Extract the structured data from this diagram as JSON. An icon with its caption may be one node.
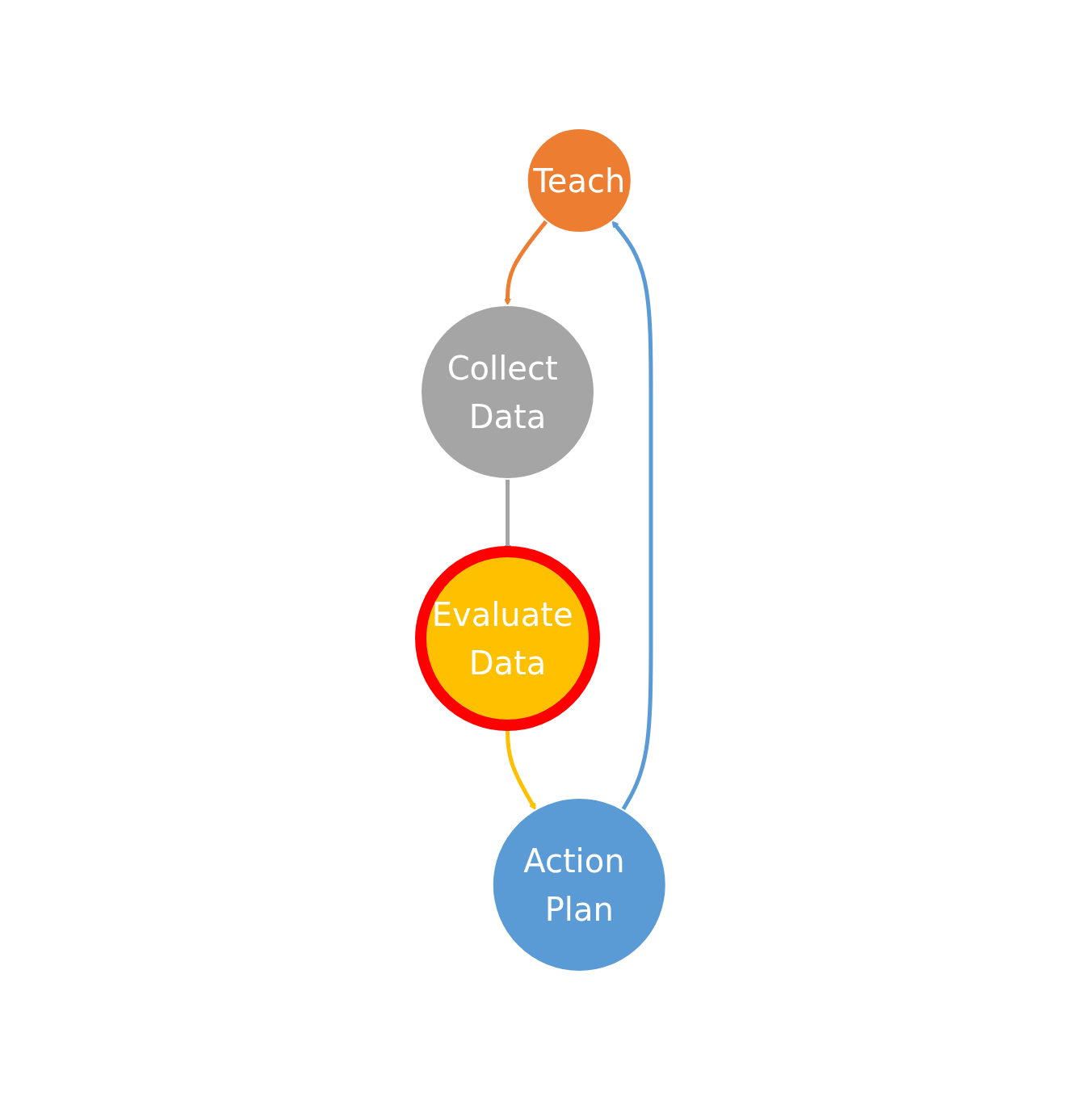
{
  "diagram": {
    "nodes": [
      {
        "text": [
          "Teach"
        ]
      },
      {
        "text": [
          "Action Plan"
        ]
      },
      {
        "text": [
          "Collect Data"
        ]
      },
      {
        "text": [
          "Evaluate Data"
        ]
      }
    ],
    "edges": [
      {
        "from": 0,
        "to": 2,
        "arrow": "to",
        "color": "#ed7d31"
      },
      {
        "from": 2,
        "to": 3,
        "arrow": "to",
        "color": "#a5a5a5"
      },
      {
        "from": 3,
        "to": 1,
        "arrow": "to",
        "color": "#ffc000"
      },
      {
        "from": 1,
        "to": 0,
        "arrow": "to",
        "color": "#5b9bd5"
      }
    ]
  }
}
